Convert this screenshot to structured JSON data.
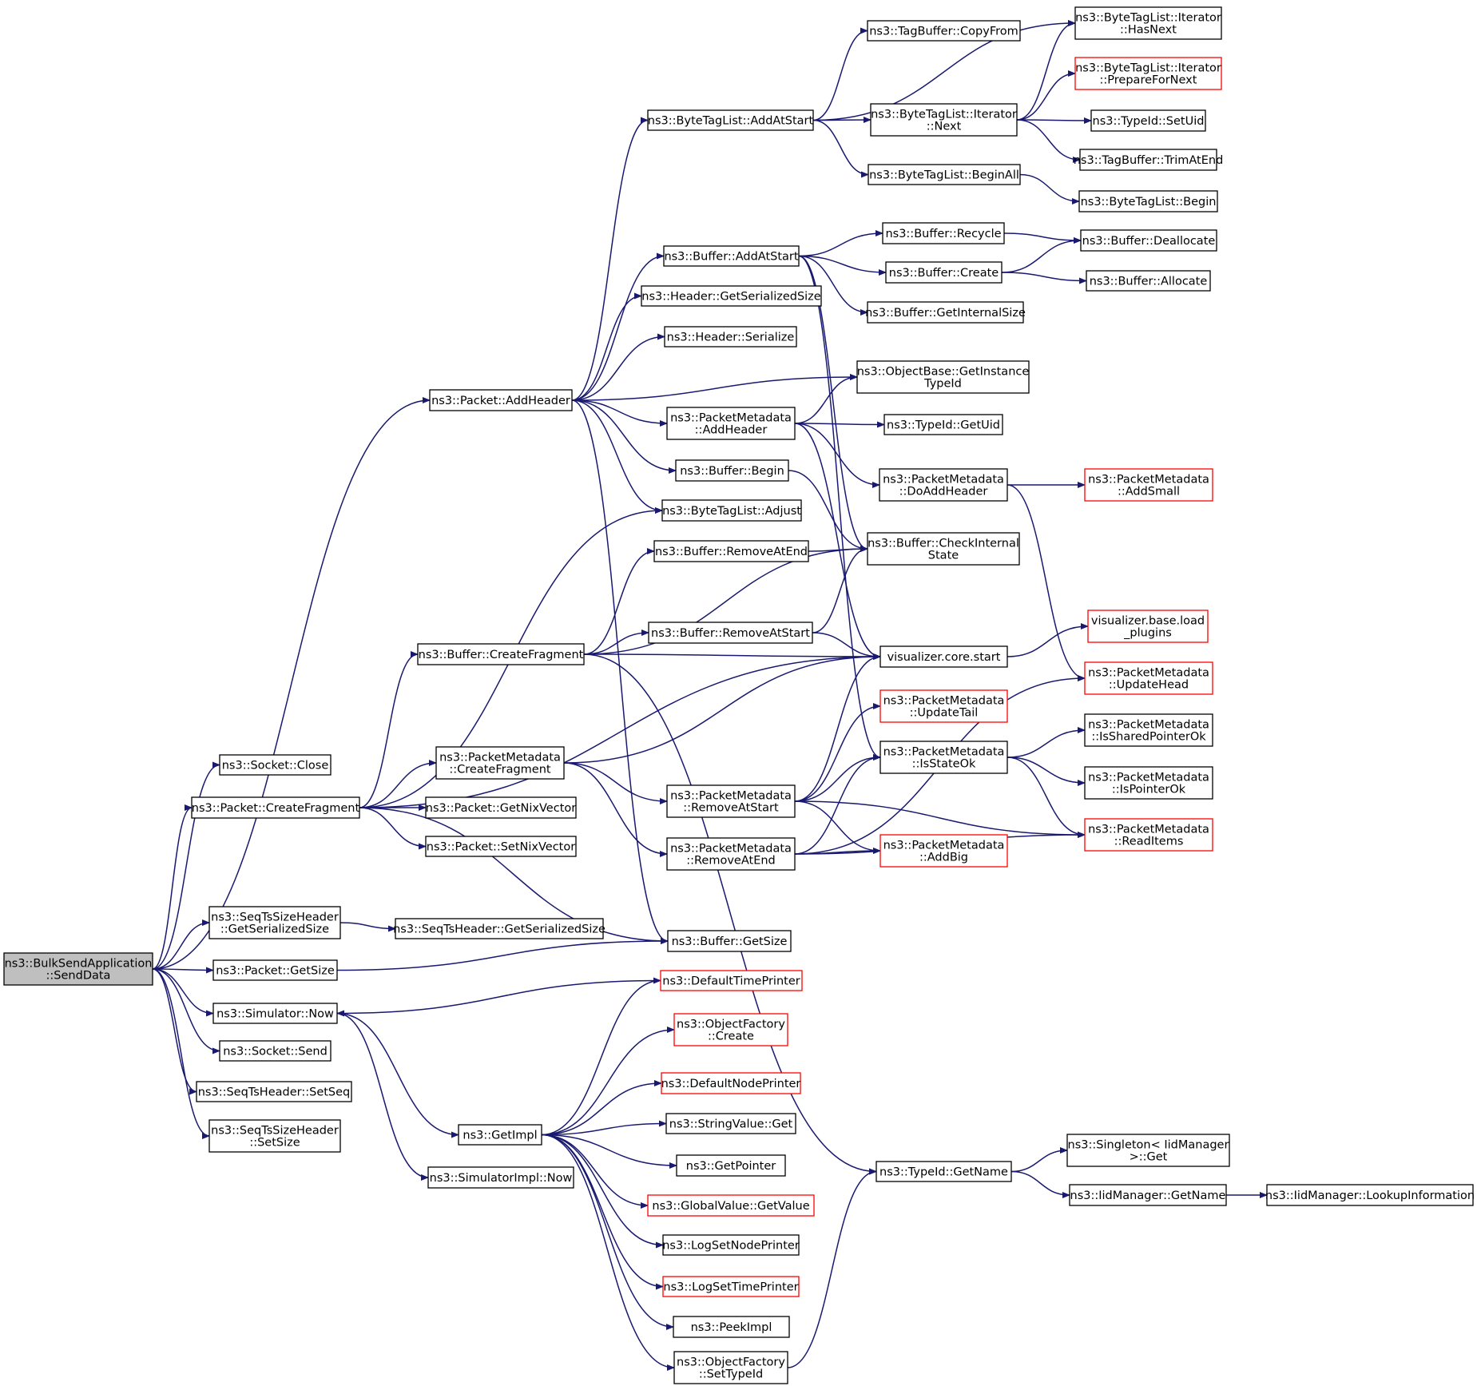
{
  "colors": {
    "edge": "#191970",
    "node_border": "#000000",
    "truncated_border": "#ff0000",
    "root_fill": "#bfbfbf",
    "node_fill": "#ffffff"
  },
  "nodes": [
    {
      "id": "root",
      "lines": [
        "ns3::BulkSendApplication",
        "::SendData"
      ],
      "style": "root"
    },
    {
      "id": "close",
      "lines": [
        "ns3::Socket::Close"
      ]
    },
    {
      "id": "createfrag",
      "lines": [
        "ns3::Packet::CreateFragment"
      ]
    },
    {
      "id": "seqgetser",
      "lines": [
        "ns3::SeqTsSizeHeader",
        "::GetSerializedSize"
      ]
    },
    {
      "id": "pktgetsize",
      "lines": [
        "ns3::Packet::GetSize"
      ]
    },
    {
      "id": "simnow",
      "lines": [
        "ns3::Simulator::Now"
      ]
    },
    {
      "id": "sockSend",
      "lines": [
        "ns3::Socket::Send"
      ]
    },
    {
      "id": "setseq",
      "lines": [
        "ns3::SeqTsHeader::SetSeq"
      ]
    },
    {
      "id": "setsize",
      "lines": [
        "ns3::SeqTsSizeHeader",
        "::SetSize"
      ]
    },
    {
      "id": "addheader",
      "lines": [
        "ns3::Packet::AddHeader"
      ]
    },
    {
      "id": "bufcreatefrag",
      "lines": [
        "ns3::Buffer::CreateFragment"
      ]
    },
    {
      "id": "pmcreatefrag",
      "lines": [
        "ns3::PacketMetadata",
        "::CreateFragment"
      ]
    },
    {
      "id": "getnix",
      "lines": [
        "ns3::Packet::GetNixVector"
      ]
    },
    {
      "id": "setnix",
      "lines": [
        "ns3::Packet::SetNixVector"
      ]
    },
    {
      "id": "seqtsgetser",
      "lines": [
        "ns3::SeqTsHeader::GetSerializedSize"
      ]
    },
    {
      "id": "bufgetsize",
      "lines": [
        "ns3::Buffer::GetSize"
      ]
    },
    {
      "id": "getimpl",
      "lines": [
        "ns3::GetImpl"
      ]
    },
    {
      "id": "simimplnow",
      "lines": [
        "ns3::SimulatorImpl::Now"
      ]
    },
    {
      "id": "btladdatstart",
      "lines": [
        "ns3::ByteTagList::AddAtStart"
      ]
    },
    {
      "id": "bufaddatstart",
      "lines": [
        "ns3::Buffer::AddAtStart"
      ]
    },
    {
      "id": "hdrgetser",
      "lines": [
        "ns3::Header::GetSerializedSize"
      ]
    },
    {
      "id": "hdrser",
      "lines": [
        "ns3::Header::Serialize"
      ]
    },
    {
      "id": "pmaddheader",
      "lines": [
        "ns3::PacketMetadata",
        "::AddHeader"
      ]
    },
    {
      "id": "bufbegin",
      "lines": [
        "ns3::Buffer::Begin"
      ]
    },
    {
      "id": "btladjust",
      "lines": [
        "ns3::ByteTagList::Adjust"
      ]
    },
    {
      "id": "bufremend",
      "lines": [
        "ns3::Buffer::RemoveAtEnd"
      ]
    },
    {
      "id": "bufremstart",
      "lines": [
        "ns3::Buffer::RemoveAtStart"
      ]
    },
    {
      "id": "pmremstart",
      "lines": [
        "ns3::PacketMetadata",
        "::RemoveAtStart"
      ]
    },
    {
      "id": "pmremend",
      "lines": [
        "ns3::PacketMetadata",
        "::RemoveAtEnd"
      ]
    },
    {
      "id": "deftime",
      "lines": [
        "ns3::DefaultTimePrinter"
      ],
      "style": "truncated"
    },
    {
      "id": "ofcreate",
      "lines": [
        "ns3::ObjectFactory",
        "::Create"
      ],
      "style": "truncated"
    },
    {
      "id": "defnode",
      "lines": [
        "ns3::DefaultNodePrinter"
      ],
      "style": "truncated"
    },
    {
      "id": "strget",
      "lines": [
        "ns3::StringValue::Get"
      ]
    },
    {
      "id": "getpointer",
      "lines": [
        "ns3::GetPointer"
      ]
    },
    {
      "id": "gvgetvalue",
      "lines": [
        "ns3::GlobalValue::GetValue"
      ],
      "style": "truncated"
    },
    {
      "id": "logsetnode",
      "lines": [
        "ns3::LogSetNodePrinter"
      ]
    },
    {
      "id": "logsettime",
      "lines": [
        "ns3::LogSetTimePrinter"
      ],
      "style": "truncated"
    },
    {
      "id": "peekimpl",
      "lines": [
        "ns3::PeekImpl"
      ]
    },
    {
      "id": "ofsettypeid",
      "lines": [
        "ns3::ObjectFactory",
        "::SetTypeId"
      ]
    },
    {
      "id": "tagcopyfrom",
      "lines": [
        "ns3::TagBuffer::CopyFrom"
      ]
    },
    {
      "id": "btlitnext",
      "lines": [
        "ns3::ByteTagList::Iterator",
        "::Next"
      ]
    },
    {
      "id": "btlbeginall",
      "lines": [
        "ns3::ByteTagList::BeginAll"
      ]
    },
    {
      "id": "bufrecycle",
      "lines": [
        "ns3::Buffer::Recycle"
      ]
    },
    {
      "id": "bufcreate",
      "lines": [
        "ns3::Buffer::Create"
      ]
    },
    {
      "id": "bufgetint",
      "lines": [
        "ns3::Buffer::GetInternalSize"
      ]
    },
    {
      "id": "objgetinst",
      "lines": [
        "ns3::ObjectBase::GetInstance",
        "TypeId"
      ]
    },
    {
      "id": "typeidgetuid",
      "lines": [
        "ns3::TypeId::GetUid"
      ]
    },
    {
      "id": "pmdoadd",
      "lines": [
        "ns3::PacketMetadata",
        "::DoAddHeader"
      ]
    },
    {
      "id": "bufcheck",
      "lines": [
        "ns3::Buffer::CheckInternal",
        "State"
      ]
    },
    {
      "id": "viscore",
      "lines": [
        "visualizer.core.start"
      ]
    },
    {
      "id": "pmupdtail",
      "lines": [
        "ns3::PacketMetadata",
        "::UpdateTail"
      ],
      "style": "truncated"
    },
    {
      "id": "pmisstate",
      "lines": [
        "ns3::PacketMetadata",
        "::IsStateOk"
      ]
    },
    {
      "id": "pmaddbig",
      "lines": [
        "ns3::PacketMetadata",
        "::AddBig"
      ],
      "style": "truncated"
    },
    {
      "id": "typeidgetname",
      "lines": [
        "ns3::TypeId::GetName"
      ]
    },
    {
      "id": "btlithasnext",
      "lines": [
        "ns3::ByteTagList::Iterator",
        "::HasNext"
      ]
    },
    {
      "id": "btlitprep",
      "lines": [
        "ns3::ByteTagList::Iterator",
        "::PrepareForNext"
      ],
      "style": "truncated"
    },
    {
      "id": "typeidsetuid",
      "lines": [
        "ns3::TypeId::SetUid"
      ]
    },
    {
      "id": "tagtrim",
      "lines": [
        "ns3::TagBuffer::TrimAtEnd"
      ]
    },
    {
      "id": "btlbegin",
      "lines": [
        "ns3::ByteTagList::Begin"
      ]
    },
    {
      "id": "bufdealloc",
      "lines": [
        "ns3::Buffer::Deallocate"
      ]
    },
    {
      "id": "bufalloc",
      "lines": [
        "ns3::Buffer::Allocate"
      ]
    },
    {
      "id": "pmaddsmall",
      "lines": [
        "ns3::PacketMetadata",
        "::AddSmall"
      ],
      "style": "truncated"
    },
    {
      "id": "visbaseload",
      "lines": [
        "visualizer.base.load",
        "_plugins"
      ],
      "style": "truncated"
    },
    {
      "id": "pmupdhead",
      "lines": [
        "ns3::PacketMetadata",
        "::UpdateHead"
      ],
      "style": "truncated"
    },
    {
      "id": "pmisshared",
      "lines": [
        "ns3::PacketMetadata",
        "::IsSharedPointerOk"
      ]
    },
    {
      "id": "pmisptr",
      "lines": [
        "ns3::PacketMetadata",
        "::IsPointerOk"
      ]
    },
    {
      "id": "pmreaditems",
      "lines": [
        "ns3::PacketMetadata",
        "::ReadItems"
      ],
      "style": "truncated"
    },
    {
      "id": "singleton",
      "lines": [
        "ns3::Singleton< IidManager",
        ">::Get"
      ]
    },
    {
      "id": "iidgetname",
      "lines": [
        "ns3::IidManager::GetName"
      ]
    },
    {
      "id": "iidlookup",
      "lines": [
        "ns3::IidManager::LookupInformation"
      ]
    }
  ],
  "edges": [
    [
      "root",
      "addheader"
    ],
    [
      "root",
      "close"
    ],
    [
      "root",
      "createfrag"
    ],
    [
      "root",
      "seqgetser"
    ],
    [
      "root",
      "pktgetsize"
    ],
    [
      "root",
      "simnow"
    ],
    [
      "root",
      "sockSend"
    ],
    [
      "root",
      "setseq"
    ],
    [
      "root",
      "setsize"
    ],
    [
      "addheader",
      "btladdatstart"
    ],
    [
      "addheader",
      "bufaddatstart"
    ],
    [
      "addheader",
      "hdrgetser"
    ],
    [
      "addheader",
      "hdrser"
    ],
    [
      "addheader",
      "objgetinst"
    ],
    [
      "addheader",
      "pmaddheader"
    ],
    [
      "addheader",
      "bufbegin"
    ],
    [
      "addheader",
      "btladjust"
    ],
    [
      "addheader",
      "bufgetsize"
    ],
    [
      "createfrag",
      "btladjust"
    ],
    [
      "createfrag",
      "bufcreatefrag"
    ],
    [
      "createfrag",
      "viscore"
    ],
    [
      "createfrag",
      "pmcreatefrag"
    ],
    [
      "createfrag",
      "getnix"
    ],
    [
      "createfrag",
      "setnix"
    ],
    [
      "createfrag",
      "bufgetsize"
    ],
    [
      "seqgetser",
      "seqtsgetser"
    ],
    [
      "pktgetsize",
      "bufgetsize"
    ],
    [
      "simnow",
      "getimpl"
    ],
    [
      "simnow",
      "simimplnow"
    ],
    [
      "bufcreatefrag",
      "bufremend"
    ],
    [
      "bufcreatefrag",
      "bufcheck"
    ],
    [
      "bufcreatefrag",
      "bufremstart"
    ],
    [
      "bufcreatefrag",
      "viscore"
    ],
    [
      "bufcreatefrag",
      "typeidgetname"
    ],
    [
      "pmcreatefrag",
      "viscore"
    ],
    [
      "pmcreatefrag",
      "pmremstart"
    ],
    [
      "pmcreatefrag",
      "pmremend"
    ],
    [
      "btladdatstart",
      "tagcopyfrom"
    ],
    [
      "btladdatstart",
      "btlithasnext"
    ],
    [
      "btladdatstart",
      "btlitnext"
    ],
    [
      "btladdatstart",
      "btlbeginall"
    ],
    [
      "btlitnext",
      "btlithasnext"
    ],
    [
      "btlitnext",
      "btlitprep"
    ],
    [
      "btlitnext",
      "typeidsetuid"
    ],
    [
      "btlitnext",
      "tagtrim"
    ],
    [
      "btlbeginall",
      "btlbegin"
    ],
    [
      "bufaddatstart",
      "bufrecycle"
    ],
    [
      "bufaddatstart",
      "bufcreate"
    ],
    [
      "bufaddatstart",
      "bufgetint"
    ],
    [
      "bufaddatstart",
      "bufcheck"
    ],
    [
      "bufaddatstart",
      "pmisstate"
    ],
    [
      "bufrecycle",
      "bufdealloc"
    ],
    [
      "bufcreate",
      "bufdealloc"
    ],
    [
      "bufcreate",
      "bufalloc"
    ],
    [
      "pmaddheader",
      "objgetinst"
    ],
    [
      "pmaddheader",
      "typeidgetuid"
    ],
    [
      "pmaddheader",
      "pmdoadd"
    ],
    [
      "pmaddheader",
      "viscore"
    ],
    [
      "pmdoadd",
      "pmaddsmall"
    ],
    [
      "pmdoadd",
      "pmupdhead"
    ],
    [
      "bufbegin",
      "bufcheck"
    ],
    [
      "bufremend",
      "bufcheck"
    ],
    [
      "bufremstart",
      "bufcheck"
    ],
    [
      "bufremstart",
      "viscore"
    ],
    [
      "viscore",
      "visbaseload"
    ],
    [
      "pmremstart",
      "viscore"
    ],
    [
      "pmremstart",
      "pmupdtail"
    ],
    [
      "pmremstart",
      "pmisstate"
    ],
    [
      "pmremstart",
      "pmaddbig"
    ],
    [
      "pmremstart",
      "pmreaditems"
    ],
    [
      "pmremend",
      "pmisstate"
    ],
    [
      "pmremend",
      "pmaddbig"
    ],
    [
      "pmremend",
      "pmupdhead"
    ],
    [
      "pmremend",
      "pmreaditems"
    ],
    [
      "pmisstate",
      "pmisshared"
    ],
    [
      "pmisstate",
      "pmisptr"
    ],
    [
      "pmisstate",
      "pmreaditems"
    ],
    [
      "deftime",
      "simnow"
    ],
    [
      "getimpl",
      "deftime"
    ],
    [
      "getimpl",
      "ofcreate"
    ],
    [
      "getimpl",
      "defnode"
    ],
    [
      "getimpl",
      "strget"
    ],
    [
      "getimpl",
      "getpointer"
    ],
    [
      "getimpl",
      "gvgetvalue"
    ],
    [
      "getimpl",
      "logsetnode"
    ],
    [
      "getimpl",
      "logsettime"
    ],
    [
      "getimpl",
      "peekimpl"
    ],
    [
      "getimpl",
      "ofsettypeid"
    ],
    [
      "ofsettypeid",
      "typeidgetname"
    ],
    [
      "typeidgetname",
      "singleton"
    ],
    [
      "typeidgetname",
      "iidgetname"
    ],
    [
      "iidgetname",
      "iidlookup"
    ]
  ]
}
